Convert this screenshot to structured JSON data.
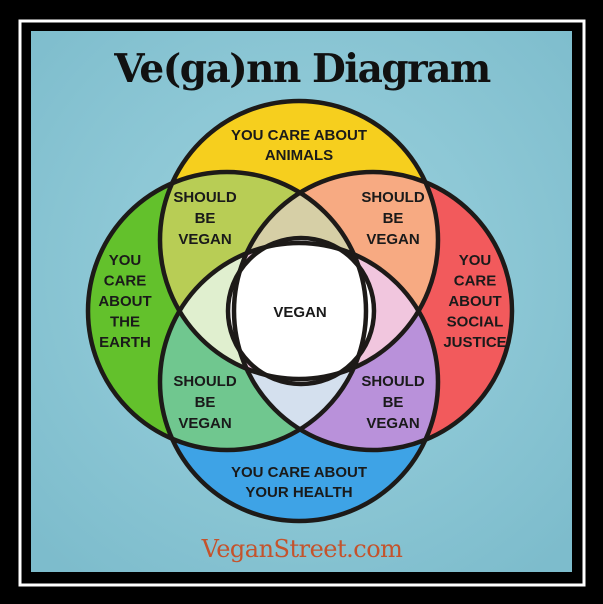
{
  "title": "Ve(ga)nn Diagram",
  "footer": "VeganStreet.com",
  "circles": {
    "top": {
      "lines": [
        "YOU CARE ABOUT",
        "ANIMALS"
      ],
      "color": "#f6cf1e"
    },
    "left": {
      "lines": [
        "YOU",
        "CARE",
        "ABOUT",
        "THE",
        "EARTH"
      ],
      "color": "#63c12c"
    },
    "right": {
      "lines": [
        "YOU",
        "CARE",
        "ABOUT",
        "SOCIAL",
        "JUSTICE"
      ],
      "color": "#f25a5c"
    },
    "bottom": {
      "lines": [
        "YOU CARE ABOUT",
        "YOUR HEALTH"
      ],
      "color": "#3ea3e6"
    }
  },
  "overlaps": {
    "top_left": {
      "lines": [
        "SHOULD",
        "BE",
        "VEGAN"
      ],
      "color": "#b8cd55"
    },
    "top_right": {
      "lines": [
        "SHOULD",
        "BE",
        "VEGAN"
      ],
      "color": "#f7aa82"
    },
    "bottom_left": {
      "lines": [
        "SHOULD",
        "BE",
        "VEGAN"
      ],
      "color": "#70c78f"
    },
    "bottom_right": {
      "lines": [
        "SHOULD",
        "BE",
        "VEGAN"
      ],
      "color": "#b991da"
    }
  },
  "triples": {
    "top": "#d6cfa6",
    "left": "#e0efcf",
    "right": "#f1c6de",
    "bottom": "#d4e0ee"
  },
  "center": {
    "label": "VEGAN",
    "color": "#ffffff"
  },
  "background": "#8fcad8"
}
